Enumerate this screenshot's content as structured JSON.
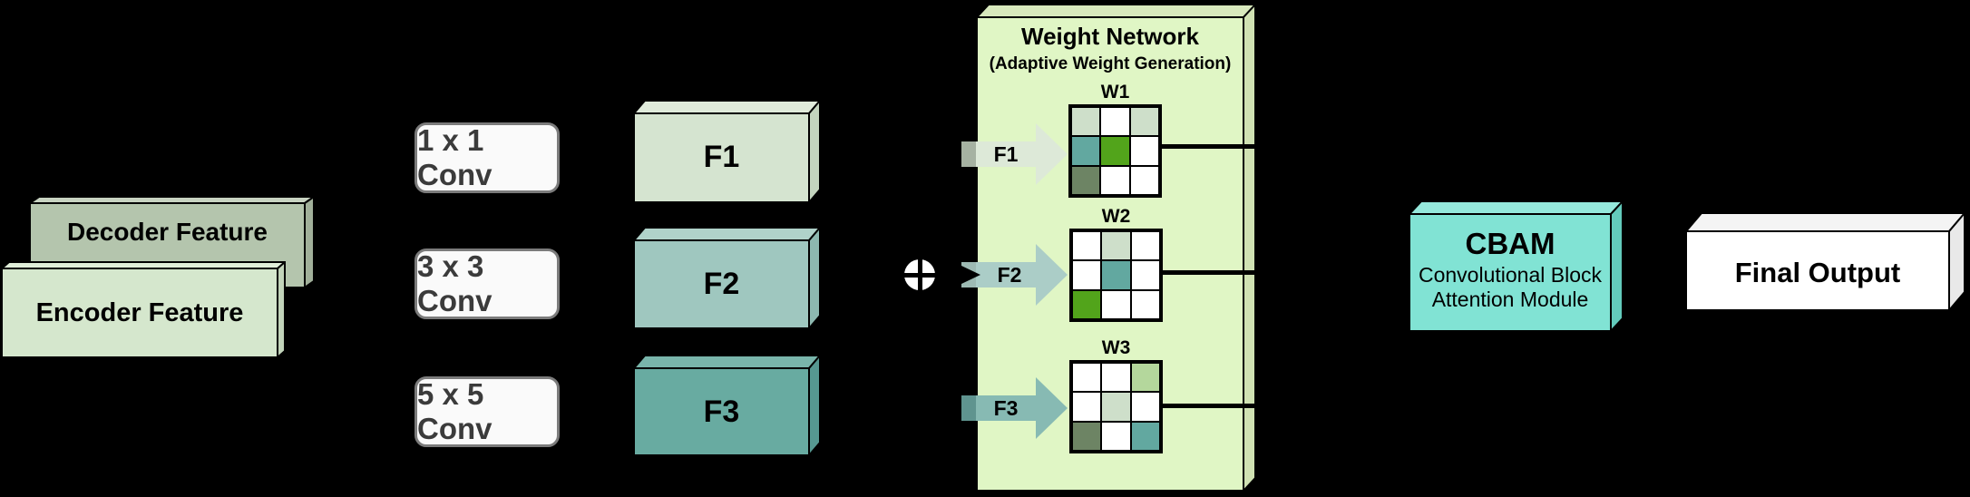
{
  "palette": {
    "background": "#000000",
    "decoder": {
      "front": "#b4c5ad",
      "top": "#c7d3c1",
      "side": "#a1b09a"
    },
    "encoder": {
      "front": "#d5e7cd",
      "top": "#e0eed9",
      "side": "#c2d4ba"
    },
    "f1": {
      "front": "#d5e4d0",
      "top": "#e0ebdb",
      "side": "#c3d4be"
    },
    "f2": {
      "front": "#9fc7bf",
      "top": "#b0d2ca",
      "side": "#8db8b0"
    },
    "f3": {
      "front": "#68aba1",
      "top": "#79b5ab",
      "side": "#569891"
    },
    "panel": {
      "front": "#e0f6c5",
      "top": "#d8e9bd",
      "side": "#d0e2b3"
    },
    "cbam": {
      "front": "#81e3d4",
      "top": "#95e9dc",
      "side": "#63cbbc"
    },
    "final": {
      "front": "#ffffff",
      "top": "#f4f4f4",
      "side": "#e9e9e9"
    },
    "conv": {
      "fill": "#fafafa",
      "border": "#7b7b7b",
      "text": "#3b3b3b"
    },
    "cell": {
      "white": "#ffffff",
      "sage": "#cedfca",
      "teal": "#62a8a0",
      "green": "#52a41b",
      "olive": "#6d8464",
      "ltgreen": "#b4d79c"
    },
    "arrow_f1": {
      "main": "#dde9d8",
      "stub": "#a6b2a2"
    },
    "arrow_f2": {
      "main": "#abcdc7",
      "stub": "#9dbab3"
    },
    "arrow_f3": {
      "main": "#87bab3",
      "stub": "#5f948f"
    },
    "connector": "#000000"
  },
  "nodes": {
    "decoder": {
      "label": "Decoder Feature"
    },
    "encoder": {
      "label": "Encoder Feature"
    },
    "conv1": {
      "label": "1 x 1 Conv"
    },
    "conv2": {
      "label": "3 x 3 Conv"
    },
    "conv3": {
      "label": "5 x 5 Conv"
    },
    "f1": {
      "label": "F1"
    },
    "f2": {
      "label": "F2"
    },
    "f3": {
      "label": "F3"
    },
    "fusion": {
      "symbol": "⊕"
    },
    "cbam": {
      "title": "CBAM",
      "line1": "Convolutional Block",
      "line2": "Attention Module"
    },
    "final": {
      "label": "Final Output"
    }
  },
  "weight_network": {
    "title": "Weight Network",
    "subtitle": "(Adaptive Weight Generation)",
    "inputs": [
      {
        "label": "F1"
      },
      {
        "label": "F2"
      },
      {
        "label": "F3"
      }
    ],
    "grids": [
      {
        "label": "W1",
        "cells": [
          [
            "sage",
            "white",
            "sage"
          ],
          [
            "teal",
            "green",
            "white"
          ],
          [
            "olive",
            "white",
            "white"
          ]
        ]
      },
      {
        "label": "W2",
        "cells": [
          [
            "white",
            "sage",
            "white"
          ],
          [
            "white",
            "teal",
            "white"
          ],
          [
            "green",
            "white",
            "white"
          ]
        ]
      },
      {
        "label": "W3",
        "cells": [
          [
            "white",
            "white",
            "ltgreen"
          ],
          [
            "white",
            "sage",
            "white"
          ],
          [
            "olive",
            "white",
            "teal"
          ]
        ]
      }
    ]
  }
}
